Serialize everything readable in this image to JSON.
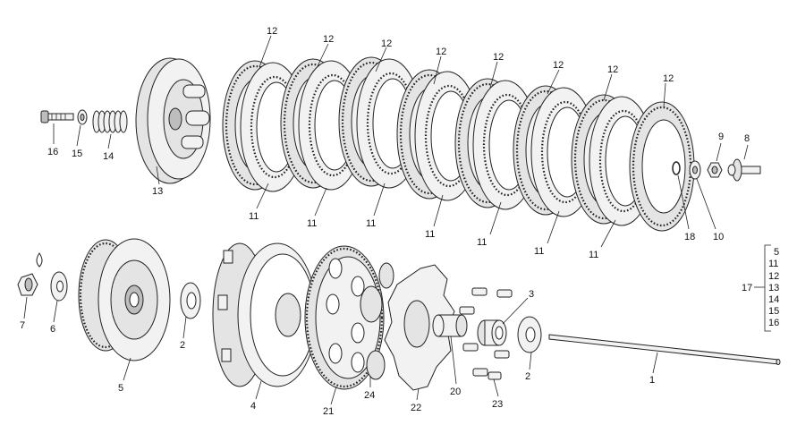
{
  "callouts": {
    "c1": "1",
    "c2a": "2",
    "c2b": "2",
    "c3": "3",
    "c4": "4",
    "c5": "5",
    "c6": "6",
    "c7": "7",
    "c8": "8",
    "c9": "9",
    "c10": "10",
    "c11a": "11",
    "c11b": "11",
    "c11c": "11",
    "c11d": "11",
    "c11e": "11",
    "c11f": "11",
    "c11g": "11",
    "c12a": "12",
    "c12b": "12",
    "c12c": "12",
    "c12d": "12",
    "c12e": "12",
    "c12f": "12",
    "c12g": "12",
    "c12h": "12",
    "c13": "13",
    "c14": "14",
    "c15": "15",
    "c16": "16",
    "c17": "17",
    "c18": "18",
    "c20": "20",
    "c21": "21",
    "c22": "22",
    "c23": "23",
    "c24": "24"
  },
  "kit_list": [
    "5",
    "11",
    "12",
    "13",
    "14",
    "15",
    "16"
  ]
}
